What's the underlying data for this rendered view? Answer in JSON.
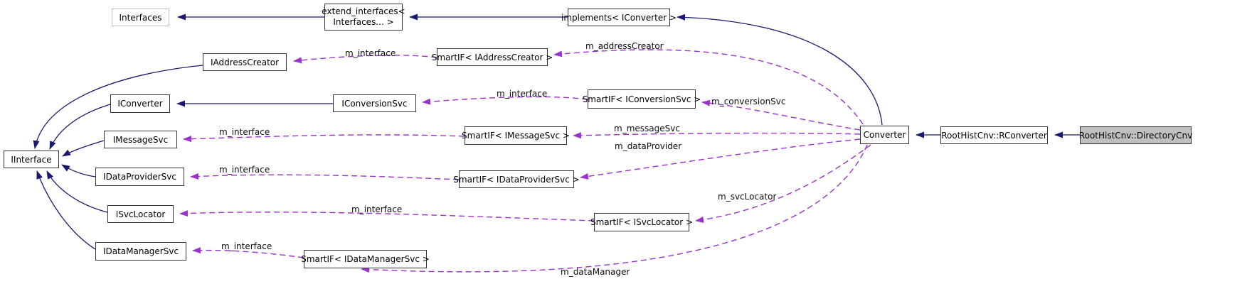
{
  "diagram": {
    "title": "Collaboration graph for RootHistCnv::DirectoryCnv",
    "colors": {
      "inherit_edge": "#191970",
      "usage_edge": "#9a32cd",
      "node_border": "#353535",
      "template_node_border": "#bebebe",
      "highlight_node_fill": "#bfbfbf",
      "node_fill": "#ffffff",
      "label_text": "#0d0d0d"
    },
    "nodes": [
      {
        "id": "interfaces",
        "label": "Interfaces"
      },
      {
        "id": "extend_interfaces",
        "line1": "extend_interfaces<",
        "line2": "Interfaces... >"
      },
      {
        "id": "implements_iconverter",
        "label": "implements< IConverter >"
      },
      {
        "id": "iaddresscreator",
        "label": "IAddressCreator"
      },
      {
        "id": "smartif_iaddresscreator",
        "label": "SmartIF< IAddressCreator >"
      },
      {
        "id": "iconverter",
        "label": "IConverter"
      },
      {
        "id": "iconversionsvc",
        "label": "IConversionSvc"
      },
      {
        "id": "smartif_iconversionsvc",
        "label": "SmartIF< IConversionSvc >"
      },
      {
        "id": "imessagesvc",
        "label": "IMessageSvc"
      },
      {
        "id": "smartif_imessagesvc",
        "label": "SmartIF< IMessageSvc >"
      },
      {
        "id": "iinterface",
        "label": "IInterface"
      },
      {
        "id": "idataprovidersvc",
        "label": "IDataProviderSvc"
      },
      {
        "id": "smartif_idataprovidersvc",
        "label": "SmartIF< IDataProviderSvc >"
      },
      {
        "id": "isvclocator",
        "label": "ISvcLocator"
      },
      {
        "id": "smartif_isvclocator",
        "label": "SmartIF< ISvcLocator >"
      },
      {
        "id": "idatamanagersvc",
        "label": "IDataManagerSvc"
      },
      {
        "id": "smartif_idatamanagersvc",
        "label": "SmartIF< IDataManagerSvc >"
      },
      {
        "id": "converter",
        "label": "Converter"
      },
      {
        "id": "rconverter",
        "label": "RootHistCnv::RConverter"
      },
      {
        "id": "directorycnv",
        "label": "RootHistCnv::DirectoryCnv"
      }
    ],
    "edge_labels": [
      {
        "text": "m_interface"
      },
      {
        "text": "m_addressCreator"
      },
      {
        "text": "m_interface"
      },
      {
        "text": "m_conversionSvc"
      },
      {
        "text": "m_interface"
      },
      {
        "text": "m_messageSvc"
      },
      {
        "text": "m_dataProvider"
      },
      {
        "text": "m_interface"
      },
      {
        "text": "m_svcLocator"
      },
      {
        "text": "m_interface"
      },
      {
        "text": "m_interface"
      },
      {
        "text": "m_dataManager"
      }
    ]
  }
}
